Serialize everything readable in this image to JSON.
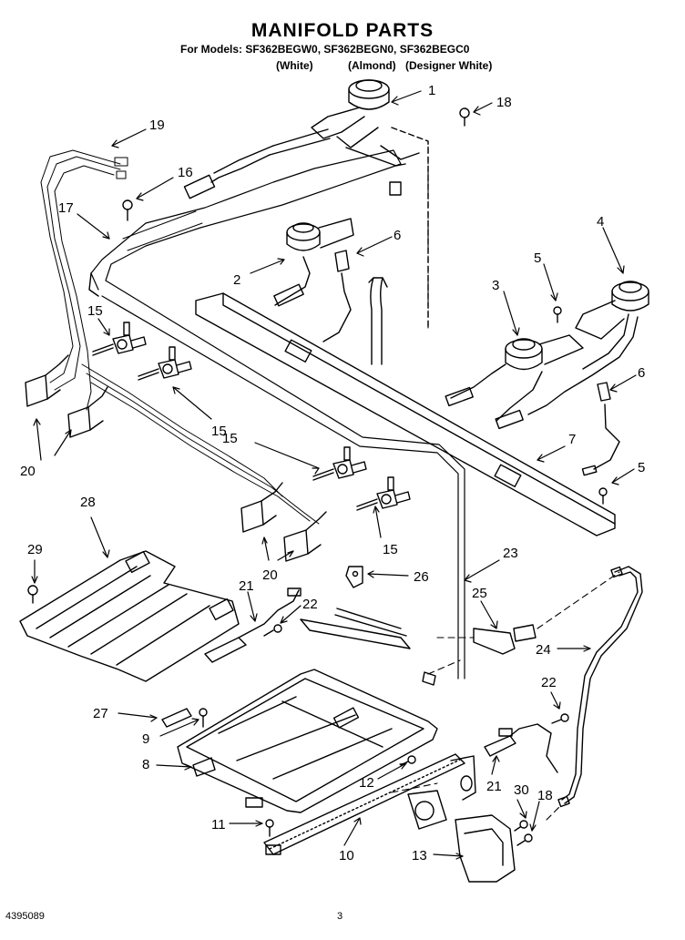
{
  "header": {
    "title": "MANIFOLD PARTS",
    "models": "For Models: SF362BEGW0, SF362BEGN0, SF362BEGC0",
    "colors": [
      "(White)",
      "(Almond)",
      "(Designer White)"
    ]
  },
  "footer": {
    "part_number": "4395089",
    "page": "3"
  },
  "callouts": [
    "1",
    "18",
    "19",
    "16",
    "17",
    "6",
    "2",
    "4",
    "5",
    "3",
    "15",
    "15",
    "6",
    "20",
    "15",
    "7",
    "5",
    "28",
    "29",
    "20",
    "15",
    "23",
    "26",
    "21",
    "22",
    "25",
    "24",
    "27",
    "9",
    "22",
    "8",
    "21",
    "12",
    "30",
    "18",
    "11",
    "10",
    "13"
  ]
}
